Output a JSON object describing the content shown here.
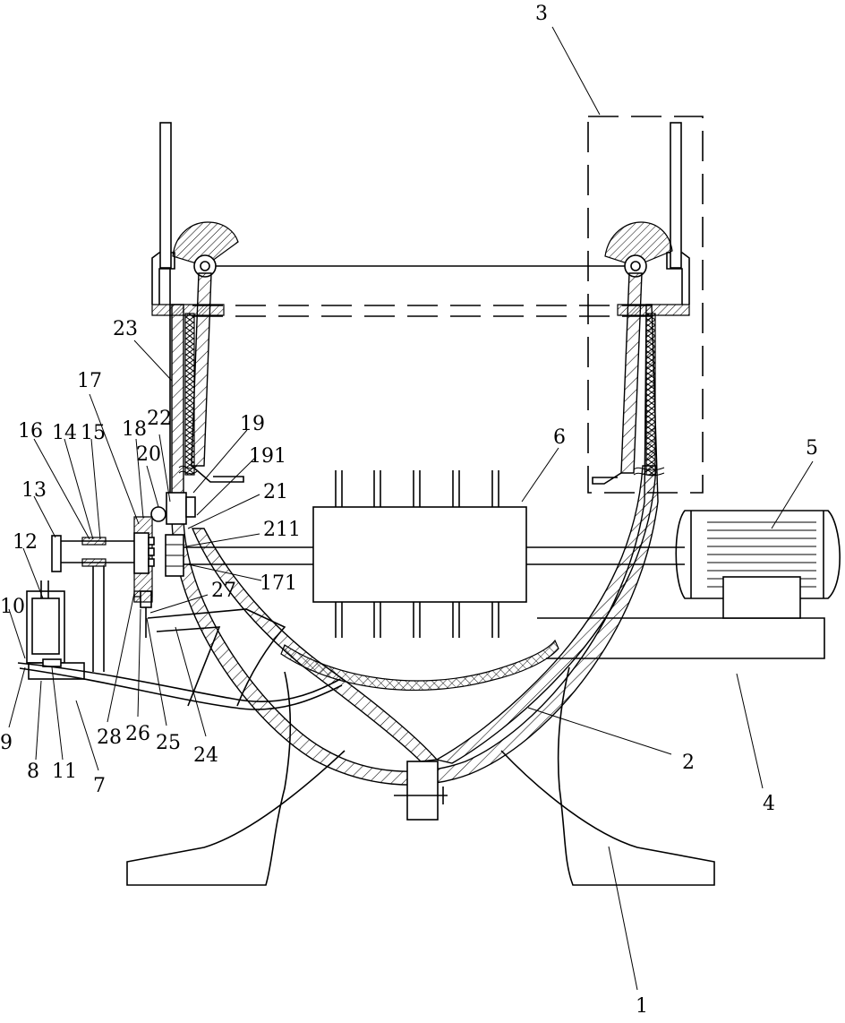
{
  "figure": {
    "labels": {
      "l1": "1",
      "l2": "2",
      "l3": "3",
      "l4": "4",
      "l5": "5",
      "l6": "6",
      "l7": "7",
      "l8": "8",
      "l9": "9",
      "l10": "10",
      "l11": "11",
      "l12": "12",
      "l13": "13",
      "l14": "14",
      "l15": "15",
      "l16": "16",
      "l17": "17",
      "l18": "18",
      "l19": "19",
      "l191": "191",
      "l20": "20",
      "l21": "21",
      "l211": "211",
      "l22": "22",
      "l23": "23",
      "l24": "24",
      "l25": "25",
      "l26": "26",
      "l27": "27",
      "l28": "28",
      "l171": "171"
    }
  }
}
